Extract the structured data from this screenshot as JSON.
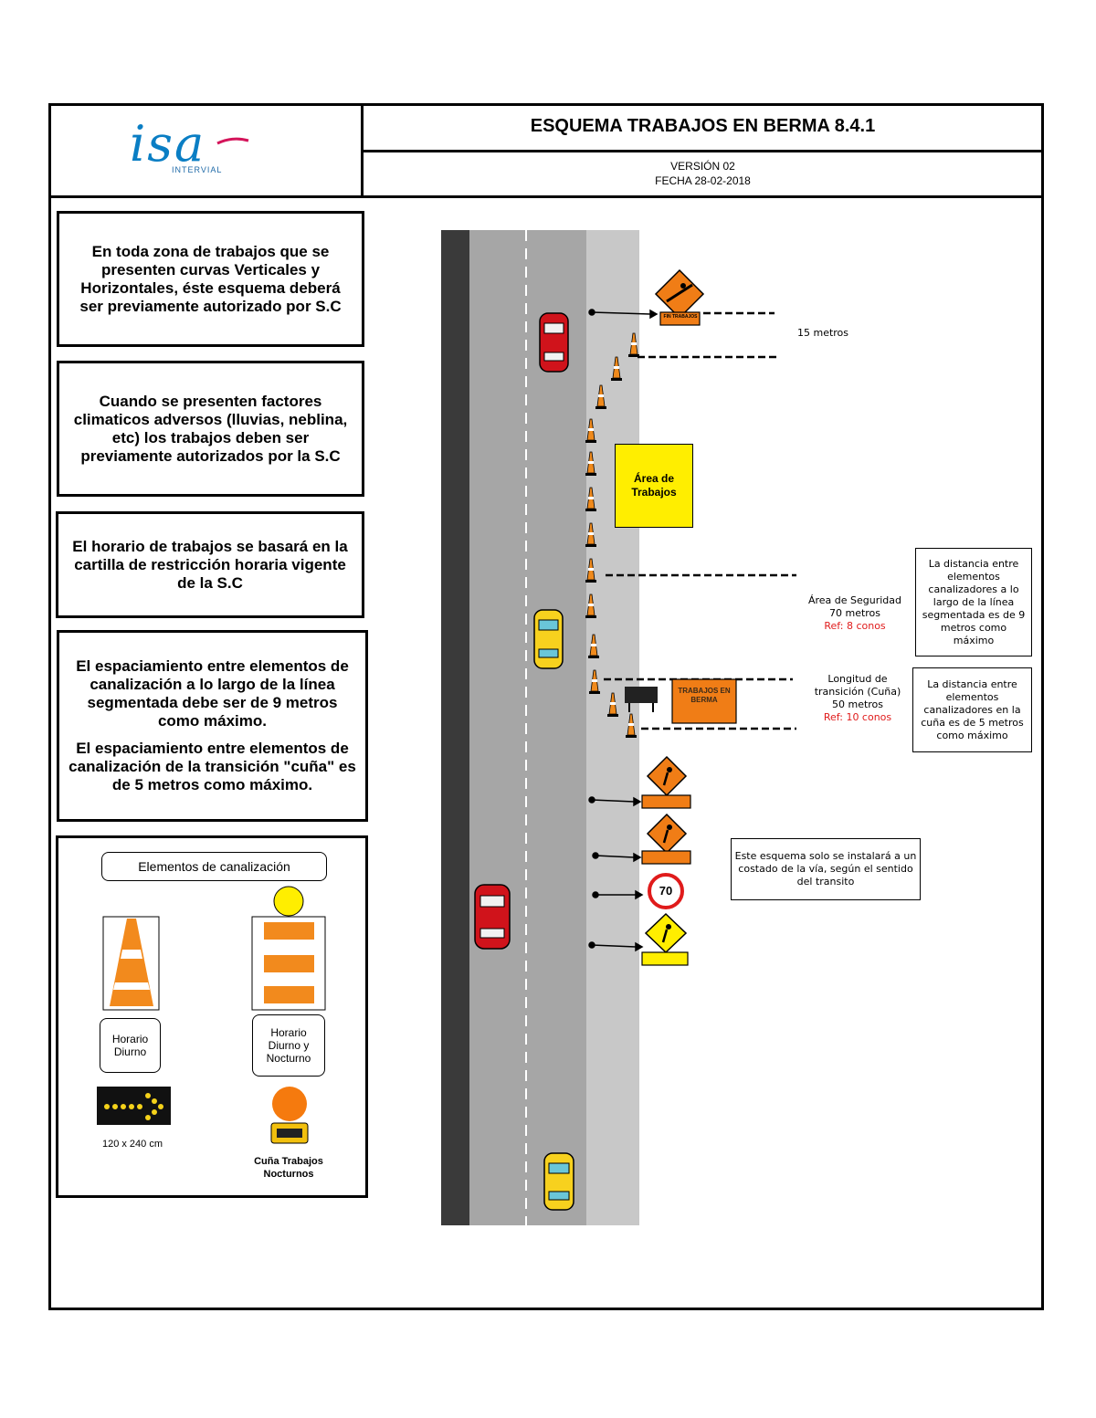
{
  "header": {
    "logo_text": "isa",
    "logo_subtext": "INTERVIAL",
    "title": "ESQUEMA TRABAJOS EN BERMA 8.4.1",
    "version": "VERSIÓN 02",
    "date": "FECHA 28-02-2018"
  },
  "notes": [
    "En toda zona de trabajos que se presenten curvas Verticales y Horizontales, éste esquema deberá ser previamente autorizado por S.C",
    "Cuando se presenten factores climaticos adversos (lluvias, neblina, etc) los trabajos deben ser previamente autorizados por la S.C",
    "El horario de trabajos se basará en la cartilla de restricción horaria vigente de la S.C"
  ],
  "spacing_note": {
    "line1": "El espaciamiento entre elementos de canalización a lo largo de la línea segmentada debe ser de 9 metros como máximo.",
    "line2": "El espaciamiento entre elementos de canalización de la transición \"cuña\" es de 5 metros como máximo."
  },
  "elements": {
    "title": "Elementos de canalización",
    "cone_label": "Horario Diurno",
    "barrel_label": "Horario Diurno y Nocturno",
    "arrow_board_label": "120 x 240 cm",
    "lamp_label": "Cuña Trabajos Nocturnos"
  },
  "diagram": {
    "work_area": "Área de Trabajos",
    "dist_15": "15 metros",
    "safety_area": {
      "label": "Área de Seguridad",
      "distance": "70 metros",
      "ref": "Ref: 8 conos"
    },
    "transition": {
      "label": "Longitud de transición (Cuña)",
      "distance": "50 metros",
      "ref": "Ref: 10 conos"
    },
    "box_line": "La distancia entre elementos canalizadores a lo largo de la línea segmentada es de 9 metros como máximo",
    "box_wedge": "La distancia entre elementos canalizadores en la cuña es de 5 metros como máximo",
    "box_side": "Este esquema solo se instalará a un costado de la vía, según el sentido del transito",
    "sign_fin": "FIN TRABAJOS",
    "sign_trabajos": "TRABAJOS EN BERMA",
    "sign_speed": "70",
    "colors": {
      "cone": "#f08a1c",
      "sign": "#f07d16",
      "yellow": "#ffee00",
      "asphalt": "#a6a6a6",
      "shoulder": "#c8c8c8"
    }
  }
}
